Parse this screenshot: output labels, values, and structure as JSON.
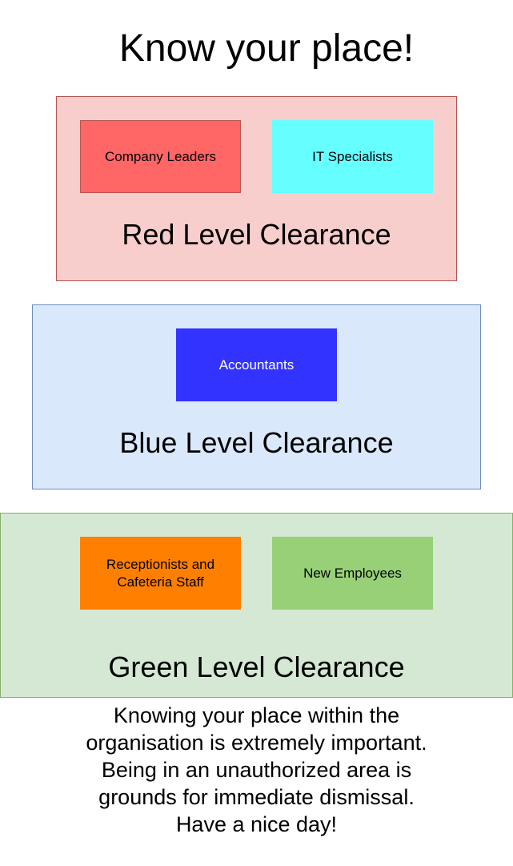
{
  "title": "Know your place!",
  "zones": [
    {
      "label": "Red Level Clearance",
      "fill": "#f8cecc",
      "stroke": "#b85450",
      "roles": [
        {
          "label": "Company Leaders",
          "fill": "#ff6666",
          "stroke": "#b85450",
          "text_color": "#000000"
        },
        {
          "label": "IT Specialists",
          "fill": "#66ffff",
          "stroke": "#66ffff",
          "text_color": "#000000"
        }
      ]
    },
    {
      "label": "Blue Level Clearance",
      "fill": "#dae8fc",
      "stroke": "#6c8ebf",
      "roles": [
        {
          "label": "Accountants",
          "fill": "#3333ff",
          "stroke": "#3333ff",
          "text_color": "#ffffff"
        }
      ]
    },
    {
      "label": "Green Level Clearance",
      "fill": "#d5e8d4",
      "stroke": "#82b366",
      "roles": [
        {
          "label": "Receptionists and Cafeteria Staff",
          "fill": "#ff8000",
          "stroke": "#ff8000",
          "text_color": "#000000"
        },
        {
          "label": "New Employees",
          "fill": "#97d077",
          "stroke": "#97d077",
          "text_color": "#000000"
        }
      ]
    }
  ],
  "footer": {
    "lines": [
      "Knowing your place within the",
      "organisation is extremely important.",
      "Being in an unauthorized area is",
      "grounds for immediate dismissal.",
      "Have a nice day!"
    ]
  }
}
